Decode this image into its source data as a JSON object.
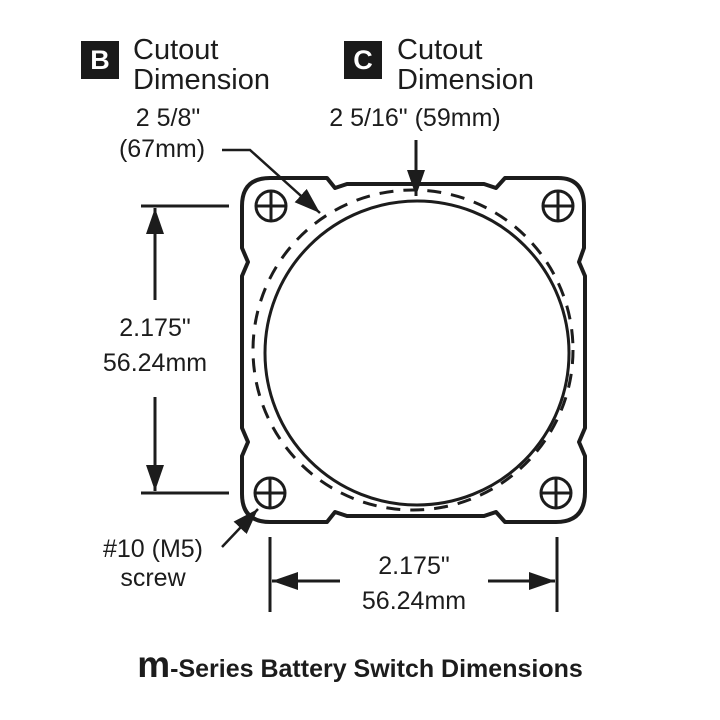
{
  "callouts": {
    "b": {
      "badge": "B",
      "line1": "Cutout",
      "line2": "Dimension",
      "value_in": "2 5/8\"",
      "value_mm": "(67mm)"
    },
    "c": {
      "badge": "C",
      "line1": "Cutout",
      "line2": "Dimension",
      "value": "2 5/16\" (59mm)"
    }
  },
  "vertical_dimension": {
    "inches": "2.175\"",
    "mm": "56.24mm"
  },
  "horizontal_dimension": {
    "inches": "2.175\"",
    "mm": "56.24mm"
  },
  "screw_label": {
    "line1": "#10 (M5)",
    "line2": "screw"
  },
  "title": {
    "prefix": "m",
    "text": "-Series Battery Switch Dimensions"
  },
  "colors": {
    "ink": "#1c1c1c",
    "badge_bg": "#1a1a1a",
    "background": "#ffffff"
  }
}
